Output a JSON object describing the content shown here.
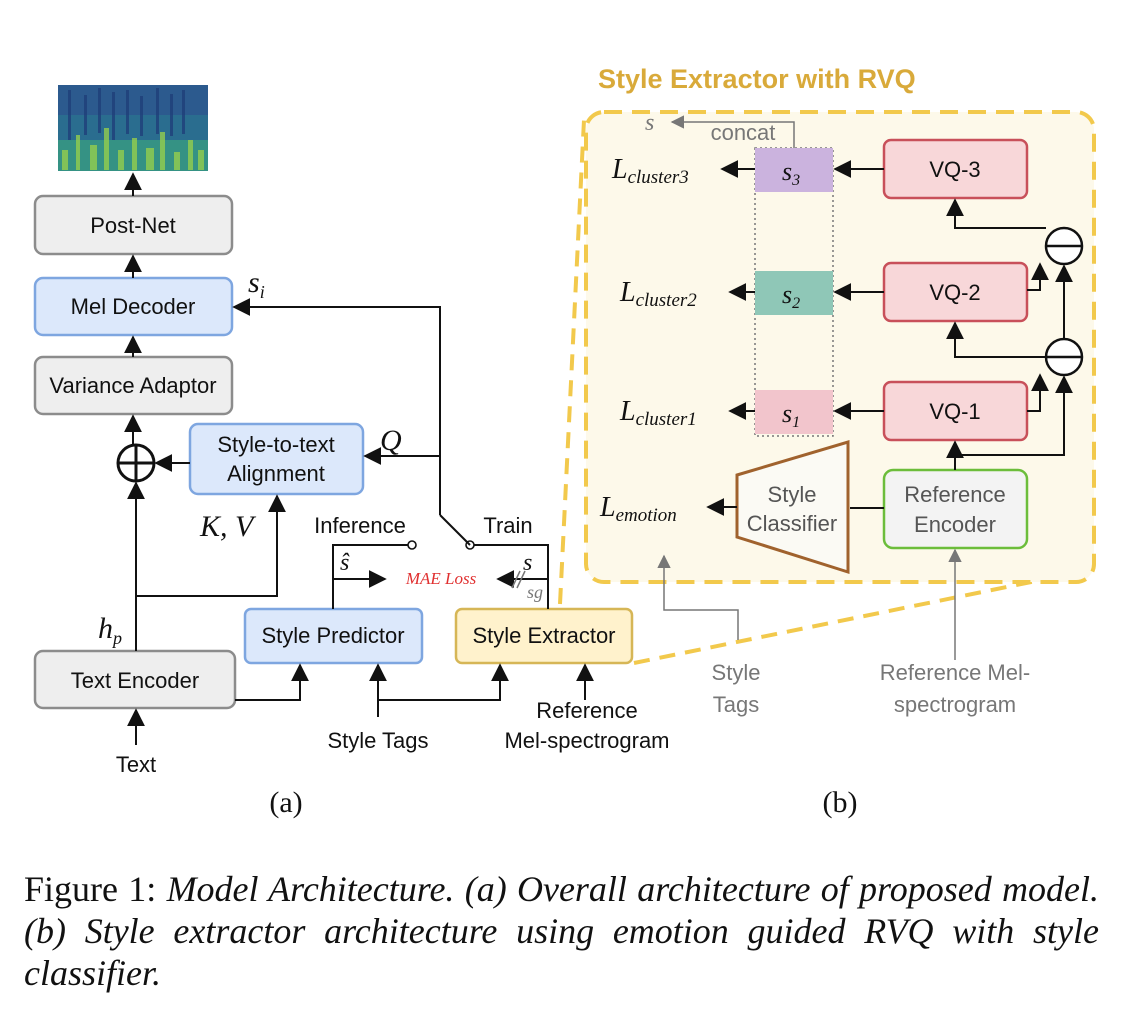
{
  "panel_a": {
    "post_net": "Post-Net",
    "mel_decoder": "Mel Decoder",
    "variance_adaptor": "Variance Adaptor",
    "style_to_text_1": "Style-to-text",
    "style_to_text_2": "Alignment",
    "text_encoder": "Text Encoder",
    "style_predictor": "Style Predictor",
    "style_extractor": "Style Extractor",
    "text_input": "Text",
    "style_tags": "Style Tags",
    "reference_1": "Reference",
    "reference_2": "Mel-spectrogram",
    "inference": "Inference",
    "train": "Train",
    "mae_loss": "MAE Loss",
    "s_i": "s",
    "s_i_sub": "i",
    "q": "Q",
    "kv": "K, V",
    "h_p": "h",
    "h_p_sub": "p",
    "s_hat": "ŝ",
    "s_target": "s",
    "sg": "sg",
    "sublabel": "(a)"
  },
  "panel_b": {
    "title": "Style Extractor with RVQ",
    "s_out": "s",
    "concat": "concat",
    "vq3": "VQ-3",
    "vq2": "VQ-2",
    "vq1": "VQ-1",
    "s3": "s",
    "s3_sub": "3",
    "s2": "s",
    "s2_sub": "2",
    "s1": "s",
    "s1_sub": "1",
    "l_cluster3": "L",
    "l_cluster3_sub": "cluster3",
    "l_cluster2": "L",
    "l_cluster2_sub": "cluster2",
    "l_cluster1": "L",
    "l_cluster1_sub": "cluster1",
    "l_emotion": "L",
    "l_emotion_sub": "emotion",
    "style_classifier_1": "Style",
    "style_classifier_2": "Classifier",
    "reference_encoder_1": "Reference",
    "reference_encoder_2": "Encoder",
    "style_tags_1": "Style",
    "style_tags_2": "Tags",
    "reference_mel_1": "Reference Mel-",
    "reference_mel_2": "spectrogram",
    "sublabel": "(b)"
  },
  "caption": {
    "label": "Figure 1: ",
    "text": "Model Architecture. (a) Overall architecture of proposed model. (b) Style extractor architecture using emotion guided RVQ with style classifier."
  },
  "colors": {
    "grey_box": "#eeeeee",
    "grey_border": "#8c8c8c",
    "blue_box": "#dce8fb",
    "blue_border": "#7ea6e0",
    "yellow_box": "#fff2cc",
    "yellow_border": "#d6b656",
    "red_box": "#f8d7d9",
    "red_border": "#c8505a",
    "purple_s": "#cbb3de",
    "teal_s": "#8fc7b7",
    "pink_s": "#f2c5cc",
    "green_border": "#6cbd3b",
    "classifier_border": "#a0622d",
    "classifier_fill": "#fbfaf4",
    "panel_fill": "#fdf9ea",
    "panel_border": "#f2c94c",
    "title_color": "#d9aa3a",
    "mae_color": "#e03030"
  }
}
